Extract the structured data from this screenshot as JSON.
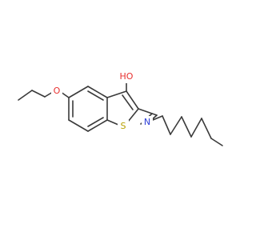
{
  "molecule": {
    "atoms": {
      "o_ethoxy": {
        "symbol": "O",
        "color": "#e8302f"
      },
      "o_hydroxy": {
        "symbol": "HO",
        "color": "#e8302f"
      },
      "s_ring": {
        "symbol": "S",
        "color": "#b8a000"
      },
      "n_imine": {
        "symbol": "N",
        "color": "#2c3dd6"
      }
    },
    "bond_color": "#3a3a3a"
  }
}
